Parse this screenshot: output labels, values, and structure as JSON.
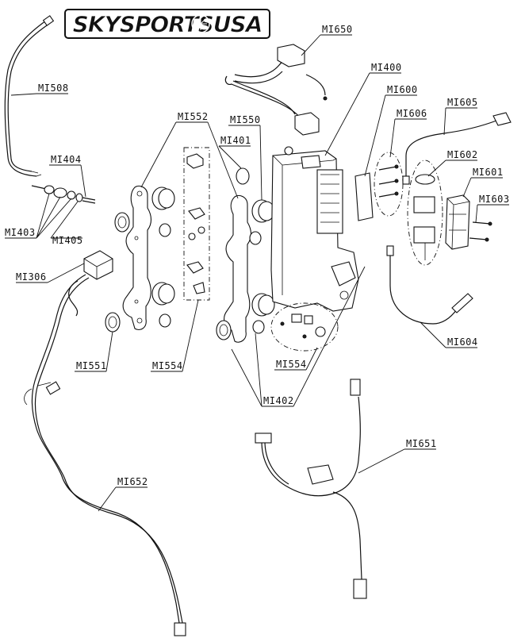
{
  "logo": {
    "text": "SKYSPORTSUSA",
    "color": "#111111"
  },
  "callouts": [
    {
      "id": "mi650",
      "text": "MI650"
    },
    {
      "id": "mi400",
      "text": "MI400"
    },
    {
      "id": "mi600",
      "text": "MI600"
    },
    {
      "id": "mi605",
      "text": "MI605"
    },
    {
      "id": "mi606",
      "text": "MI606"
    },
    {
      "id": "mi602",
      "text": "MI602"
    },
    {
      "id": "mi601",
      "text": "MI601"
    },
    {
      "id": "mi603",
      "text": "MI603"
    },
    {
      "id": "mi508",
      "text": "MI508"
    },
    {
      "id": "mi552",
      "text": "MI552"
    },
    {
      "id": "mi550",
      "text": "MI550"
    },
    {
      "id": "mi401",
      "text": "MI401"
    },
    {
      "id": "mi404",
      "text": "MI404"
    },
    {
      "id": "mi403",
      "text": "MI403"
    },
    {
      "id": "mi405",
      "text": "MI405"
    },
    {
      "id": "mi306",
      "text": "MI306"
    },
    {
      "id": "mi551",
      "text": "MI551"
    },
    {
      "id": "mi554a",
      "text": "MI554"
    },
    {
      "id": "mi554b",
      "text": "MI554"
    },
    {
      "id": "mi402",
      "text": "MI402"
    },
    {
      "id": "mi604",
      "text": "MI604"
    },
    {
      "id": "mi651",
      "text": "MI651"
    },
    {
      "id": "mi652",
      "text": "MI652"
    }
  ]
}
